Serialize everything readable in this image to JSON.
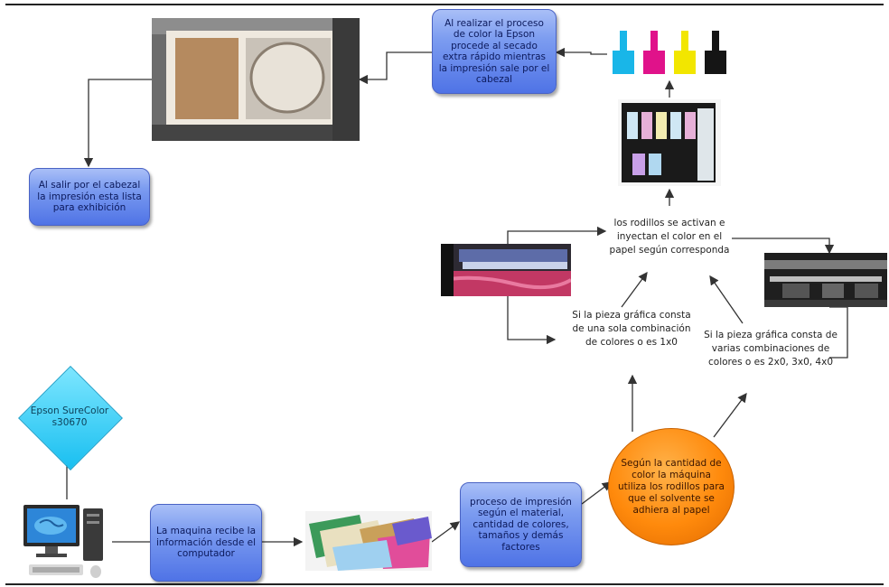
{
  "nodes": {
    "epson_model": "Epson SureColor s30670",
    "receive_info": "La maquina recibe la información desde el computador",
    "print_process": "proceso de impresión según el material, cantidad de colores, tamaños y demás factores",
    "color_quantity": "Según la cantidad de color la máquina utiliza los rodillos para que el solvente se adhiera al papel",
    "single_combination": "Si la pieza gráfica consta de una sola combinación de colores o es 1x0",
    "multiple_combinations": "Si la pieza gráfica consta de varias combinaciones de colores o es 2x0, 3x0, 4x0",
    "rollers_activate": "los rodillos se activan e inyectan el color en el papel según corresponda",
    "epson_drying": "Al realizar el proceso de color la Epson procede al secado extra rápido mientras la impresión sale por el cabezal",
    "ready_exhibition": "Al salir por el cabezal la impresión esta lista para exhibición"
  },
  "colors": {
    "ink_cyan": "#19b6e8",
    "ink_magenta": "#e0128a",
    "ink_yellow": "#f2e600",
    "ink_black": "#151515"
  }
}
